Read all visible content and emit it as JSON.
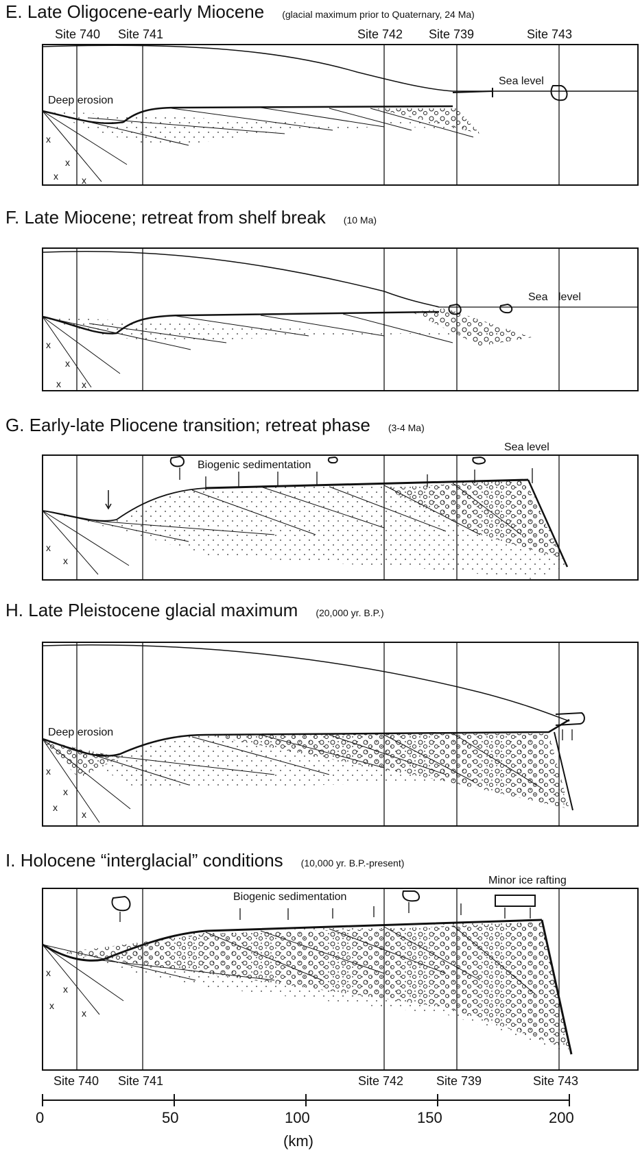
{
  "panels": [
    {
      "letter": "E.",
      "title": "Late Oligocene-early Miocene",
      "sub": "(glacial maximum prior to Quaternary, 24 Ma)",
      "sites": [
        "Site 740",
        "Site 741",
        "Site 742",
        "Site 739",
        "Site 743"
      ],
      "notes": [
        "Deep erosion",
        "Sea level"
      ]
    },
    {
      "letter": "F.",
      "title": "Late Miocene; retreat from shelf break",
      "sub": "(10 Ma)",
      "notes": [
        "Sea",
        "level"
      ]
    },
    {
      "letter": "G.",
      "title": "Early-late Pliocene transition; retreat phase",
      "sub": "(3-4 Ma)",
      "notes": [
        "Biogenic sedimentation",
        "Sea level"
      ]
    },
    {
      "letter": "H.",
      "title": "Late Pleistocene glacial maximum",
      "sub": "(20,000 yr. B.P.)",
      "notes": [
        "Deep erosion"
      ]
    },
    {
      "letter": "I.",
      "title": "Holocene “interglacial” conditions",
      "sub": "(10,000 yr. B.P.-present)",
      "notes": [
        "Biogenic sedimentation",
        "Minor ice rafting"
      ],
      "sites": [
        "Site 740",
        "Site 741",
        "Site 742",
        "Site 739",
        "Site 743"
      ]
    }
  ],
  "axis": {
    "ticks": [
      "0",
      "50",
      "100",
      "150",
      "200"
    ],
    "unit": "(km)"
  }
}
